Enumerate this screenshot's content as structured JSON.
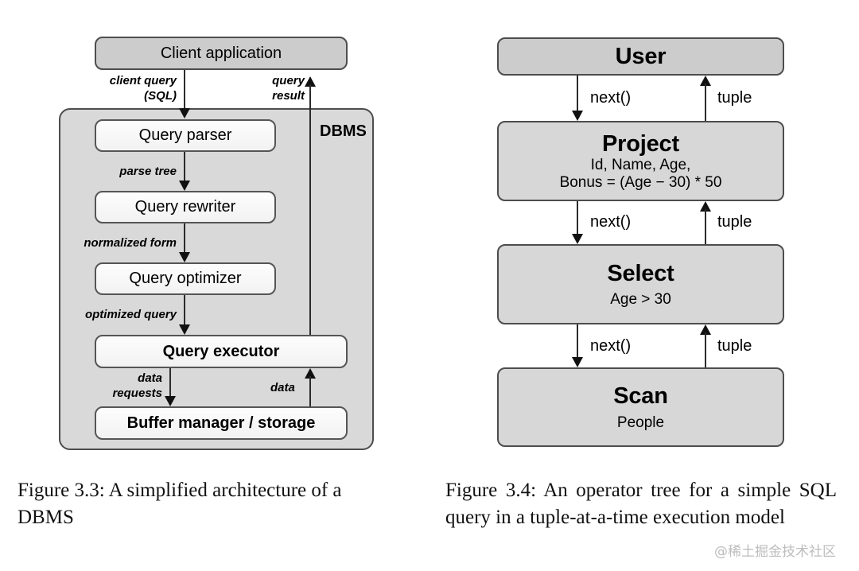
{
  "figure_left": {
    "id": "figure-3-3",
    "client_box": {
      "label": "Client application"
    },
    "dbms_tag": "DBMS",
    "stages": [
      {
        "label": "Query parser"
      },
      {
        "label": "Query rewriter"
      },
      {
        "label": "Query optimizer"
      },
      {
        "label": "Query executor"
      },
      {
        "label": "Buffer manager / storage"
      }
    ],
    "edges": [
      {
        "name": "client-query",
        "text": "client query\n(SQL)",
        "direction": "down"
      },
      {
        "name": "query-result",
        "text": "query\nresult",
        "direction": "up"
      },
      {
        "name": "parse-tree",
        "text": "parse tree",
        "direction": "down"
      },
      {
        "name": "normalized-form",
        "text": "normalized form",
        "direction": "down"
      },
      {
        "name": "optimized-query",
        "text": "optimized query",
        "direction": "down"
      },
      {
        "name": "data-requests",
        "text": "data\nrequests",
        "direction": "down"
      },
      {
        "name": "data",
        "text": "data",
        "direction": "up"
      }
    ],
    "caption": "Figure 3.3: A simplified architecture of a DBMS"
  },
  "figure_right": {
    "id": "figure-3-4",
    "operators": [
      {
        "title": "User",
        "lines": []
      },
      {
        "title": "Project",
        "lines": [
          "Id, Name, Age,",
          "Bonus = (Age − 30) * 50"
        ]
      },
      {
        "title": "Select",
        "lines": [
          "Age > 30"
        ]
      },
      {
        "title": "Scan",
        "lines": [
          "People"
        ]
      }
    ],
    "edges": [
      {
        "name": "user-project-next",
        "down_label": "next()",
        "up_label": "tuple"
      },
      {
        "name": "project-select-next",
        "down_label": "next()",
        "up_label": "tuple"
      },
      {
        "name": "select-scan-next",
        "down_label": "next()",
        "up_label": "tuple"
      }
    ],
    "caption": "Figure 3.4: An operator tree for a simple SQL query in a tuple-at-a-time execution model",
    "watermark": "@稀土掘金技术社区"
  },
  "colors": {
    "outer_box_fill": "#cccccc",
    "container_fill": "#d9d9d9",
    "inner_box_fill": "#f7f7f7",
    "stroke": "#4d4d4d"
  }
}
